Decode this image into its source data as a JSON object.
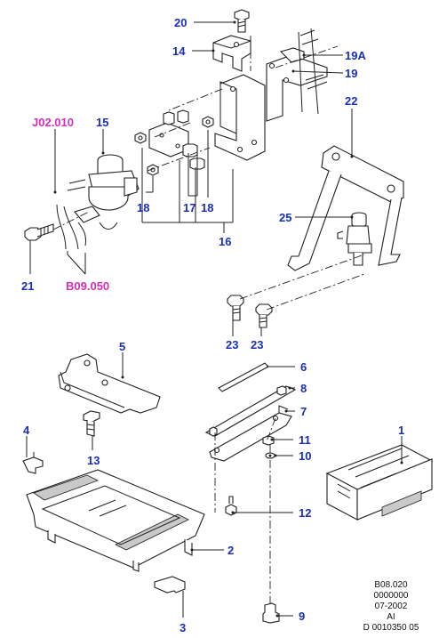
{
  "callouts": {
    "c1": "1",
    "c2": "2",
    "c3": "3",
    "c4": "4",
    "c5": "5",
    "c6": "6",
    "c7": "7",
    "c8": "8",
    "c9": "9",
    "c10": "10",
    "c11": "11",
    "c12": "12",
    "c13": "13",
    "c14": "14",
    "c15": "15",
    "c16": "16",
    "c17": "17",
    "c18a": "18",
    "c18b": "18",
    "c19": "19",
    "c19a": "19A",
    "c20": "20",
    "c21": "21",
    "c22": "22",
    "c23a": "23",
    "c23b": "23",
    "c25": "25"
  },
  "cross_refs": {
    "top": "J02.010",
    "bottom": "B09.050"
  },
  "footer": {
    "line1": "B08.020",
    "line2": "0000000",
    "line3": "07-2002",
    "line4": "AI",
    "line5": "D 0010350 05"
  },
  "colors": {
    "callout": "#1a2fb5",
    "cross_ref": "#d62fb8",
    "line": "#1f1f1f"
  }
}
